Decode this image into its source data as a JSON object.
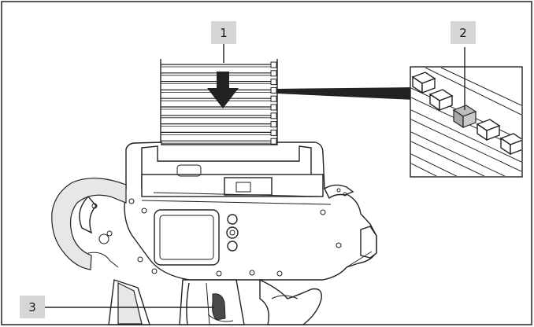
{
  "callouts": [
    {
      "id": "1",
      "label": "1"
    },
    {
      "id": "2",
      "label": "2"
    },
    {
      "id": "3",
      "label": "3"
    }
  ],
  "colors": {
    "frame": "#222222",
    "callout_bg": "#d6d6d6",
    "highlight_tie": "#bdbdbd"
  },
  "icons": {
    "insert_arrow": "arrow-down-icon"
  }
}
